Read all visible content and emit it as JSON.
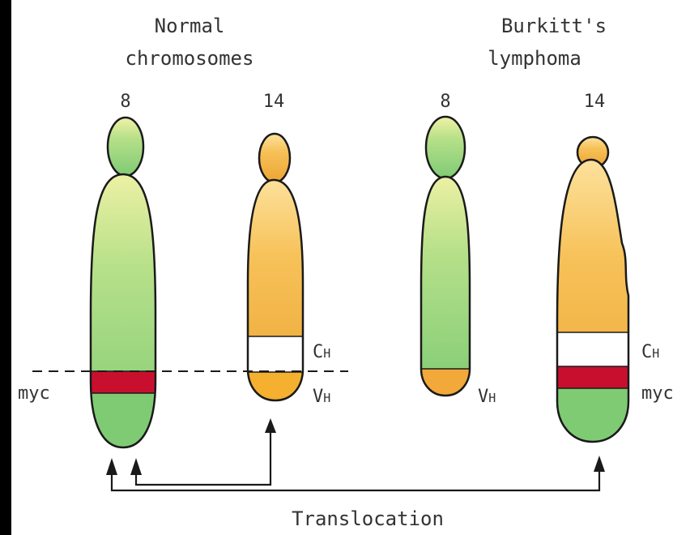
{
  "headings": {
    "normal_line1": "Normal",
    "normal_line2": "chromosomes",
    "burkitt_line1": "Burkitt's",
    "burkitt_line2": "lymphoma"
  },
  "chromosome_numbers": {
    "normal_8": "8",
    "normal_14": "14",
    "burkitt_8": "8",
    "burkitt_14": "14"
  },
  "labels": {
    "myc_left": "myc",
    "myc_right": "myc",
    "ch_normal": "C",
    "ch_normal_sub": "H",
    "vh_normal": "V",
    "vh_normal_sub": "H",
    "vh_burkitt": "V",
    "vh_burkitt_sub": "H",
    "ch_burkitt": "C",
    "ch_burkitt_sub": "H",
    "translocation": "Translocation"
  },
  "colors": {
    "background": "#000000",
    "panel": "#ffffff",
    "green_light": "#f1f2a6",
    "green": "#8fd27e",
    "green_dark": "#6cc36a",
    "orange_light": "#fde3a0",
    "orange": "#f2a93a",
    "orange_dark": "#e8a32c",
    "myc_red": "#c8102e",
    "ch_white": "#ffffff",
    "outline": "#1a1a1a"
  }
}
